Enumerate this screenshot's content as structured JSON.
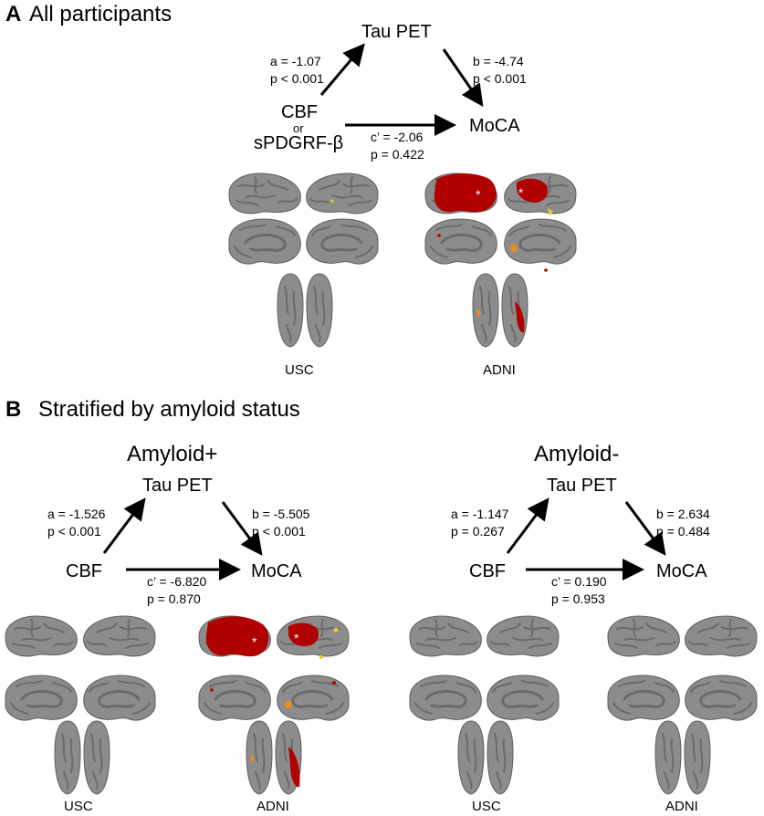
{
  "panel_a": {
    "letter": "A",
    "title": "All participants",
    "mediator": "Tau PET",
    "predictor_line1": "CBF",
    "predictor_or": "or",
    "predictor_line2": "sPDGRF-β",
    "outcome": "MoCA",
    "path_a": {
      "coef": "a = -1.07",
      "p": "p < 0.001"
    },
    "path_b": {
      "coef": "b = -4.74",
      "p": "p < 0.001"
    },
    "path_c": {
      "coef": "c’ = -2.06",
      "p": "p = 0.422"
    },
    "sites": [
      "USC",
      "ADNI"
    ]
  },
  "panel_b": {
    "letter": "B",
    "title": "Stratified by amyloid status",
    "groups": [
      {
        "title": "Amyloid+",
        "mediator": "Tau PET",
        "predictor": "CBF",
        "outcome": "MoCA",
        "path_a": {
          "coef": "a = -1.526",
          "p": "p < 0.001"
        },
        "path_b": {
          "coef": "b = -5.505",
          "p": "p < 0.001"
        },
        "path_c": {
          "coef": "c’ = -6.820",
          "p": "p = 0.870"
        },
        "sites": [
          "USC",
          "ADNI"
        ]
      },
      {
        "title": "Amyloid-",
        "mediator": "Tau PET",
        "predictor": "CBF",
        "outcome": "MoCA",
        "path_a": {
          "coef": "a = -1.147",
          "p": "p = 0.267"
        },
        "path_b": {
          "coef": "b = 2.634",
          "p": "p = 0.484"
        },
        "path_c": {
          "coef": "c’ = 0.190",
          "p": "p = 0.953"
        },
        "sites": [
          "USC",
          "ADNI"
        ]
      }
    ]
  },
  "colors": {
    "brain_fill": "#8c8c8c",
    "brain_sulci": "#6b6b6b",
    "effect_red": "#b00000",
    "effect_orange": "#f08a1c",
    "effect_yellow": "#e6d21a"
  }
}
